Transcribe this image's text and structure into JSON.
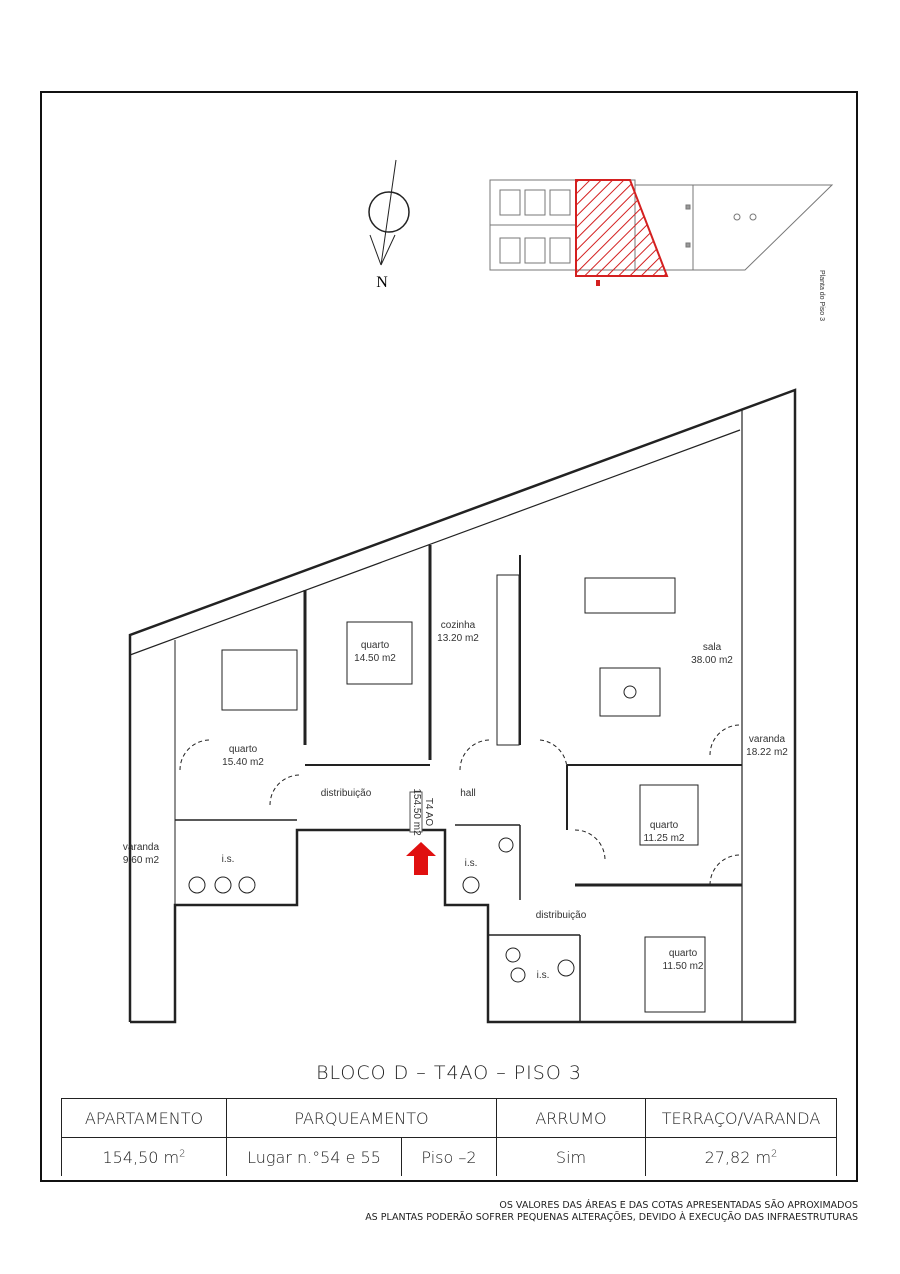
{
  "key_plan": {
    "label": "Planta do Piso 3",
    "highlight_color": "#d42020"
  },
  "north": {
    "label": "N"
  },
  "rooms": [
    {
      "name": "quarto",
      "area": "15.40 m2"
    },
    {
      "name": "quarto",
      "area": "14.50 m2"
    },
    {
      "name": "cozinha",
      "area": "13.20 m2"
    },
    {
      "name": "sala",
      "area": "38.00 m2"
    },
    {
      "name": "varanda",
      "area": "18.22 m2"
    },
    {
      "name": "varanda",
      "area": "9.60 m2"
    },
    {
      "name": "quarto",
      "area": "11.25 m2"
    },
    {
      "name": "quarto",
      "area": "11.50 m2"
    },
    {
      "name": "distribuição"
    },
    {
      "name": "distribuição"
    },
    {
      "name": "hall"
    },
    {
      "name": "i.s."
    },
    {
      "name": "i.s."
    },
    {
      "name": "i.s."
    }
  ],
  "unit_tag": {
    "type": "T4 AO",
    "area": "154.50 m2"
  },
  "entrance_arrow_color": "#e01010",
  "title": "BLOCO D – T4AO – PISO 3",
  "table": {
    "headers": [
      "APARTAMENTO",
      "PARQUEAMENTO",
      "ARRUMO",
      "TERRAÇO/VARANDA"
    ],
    "apartamento": "154,50 m",
    "parqueamento_lugar": "Lugar n.°54 e 55",
    "parqueamento_piso": "Piso –2",
    "arrumo": "Sim",
    "terraco": "27,82 m",
    "unit_sup": "2"
  },
  "footer": [
    "OS VALORES DAS ÁREAS E DAS COTAS APRESENTADAS SÃO APROXIMADOS",
    "AS PLANTAS PODERÃO SOFRER PEQUENAS ALTERAÇÕES, DEVIDO À EXECUÇÃO DAS INFRAESTRUTURAS"
  ]
}
